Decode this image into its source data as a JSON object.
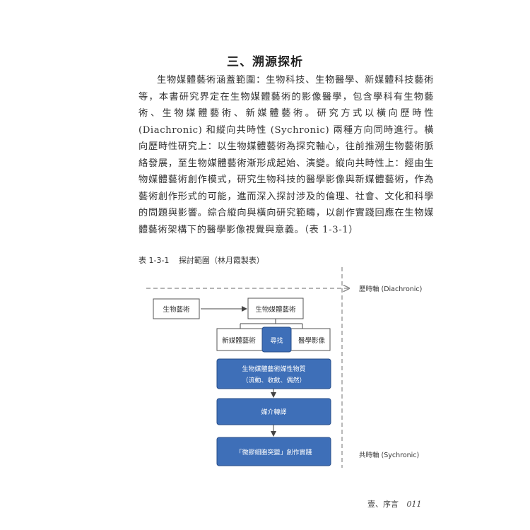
{
  "section_title": "三、溯源探析",
  "body_text": "生物媒體藝術涵蓋範圍：生物科技、生物醫學、新媒體科技藝術等，本書研究界定在生物媒體藝術的影像醫學，包含學科有生物藝術、生物媒體藝術、新媒體藝術。研究方式以橫向歷時性 (Diachronic) 和縱向共時性 (Sychronic) 兩種方向同時進行。橫向歷時性研究上：以生物媒體藝術為探究軸心，往前推溯生物藝術脈絡發展，至生物媒體藝術漸形成起始、演變。縱向共時性上：經由生物媒體藝術創作模式，研究生物科技的醫學影像與新媒體藝術，作為藝術創作形式的可能，進而深入探討涉及的倫理、社會、文化和科學的問題與影響。綜合縱向與橫向研究範疇，以創作實踐回應在生物媒體藝術架構下的醫學影像視覺與意義。（表 1-3-1）",
  "caption": {
    "number": "表 1-3-1",
    "title": "探討範圍（林月霞製表）"
  },
  "diagram": {
    "axis_diachronic": "歷時軸 (Diachronic)",
    "axis_synchronic": "共時軸 (Sychronic)",
    "box_bio_art": "生物藝術",
    "box_bio_media_art": "生物媒體藝術",
    "box_new_media_art": "新媒體藝術",
    "box_seek": "尋找",
    "box_medical_imaging": "醫學影像",
    "box_media_property": "生物媒體藝術媒性物質",
    "box_media_property_sub": "（流動、收斂、偶然）",
    "box_medium_translation": "媒介轉譯",
    "box_practice": "「微膠細胞突變」創作實踐",
    "colors": {
      "blue_fill": "#3e6fb8",
      "blue_stroke": "#2a4f8a",
      "dashed_line": "#888888"
    }
  },
  "footer": {
    "chapter": "壹、序言",
    "page_number": "011"
  }
}
